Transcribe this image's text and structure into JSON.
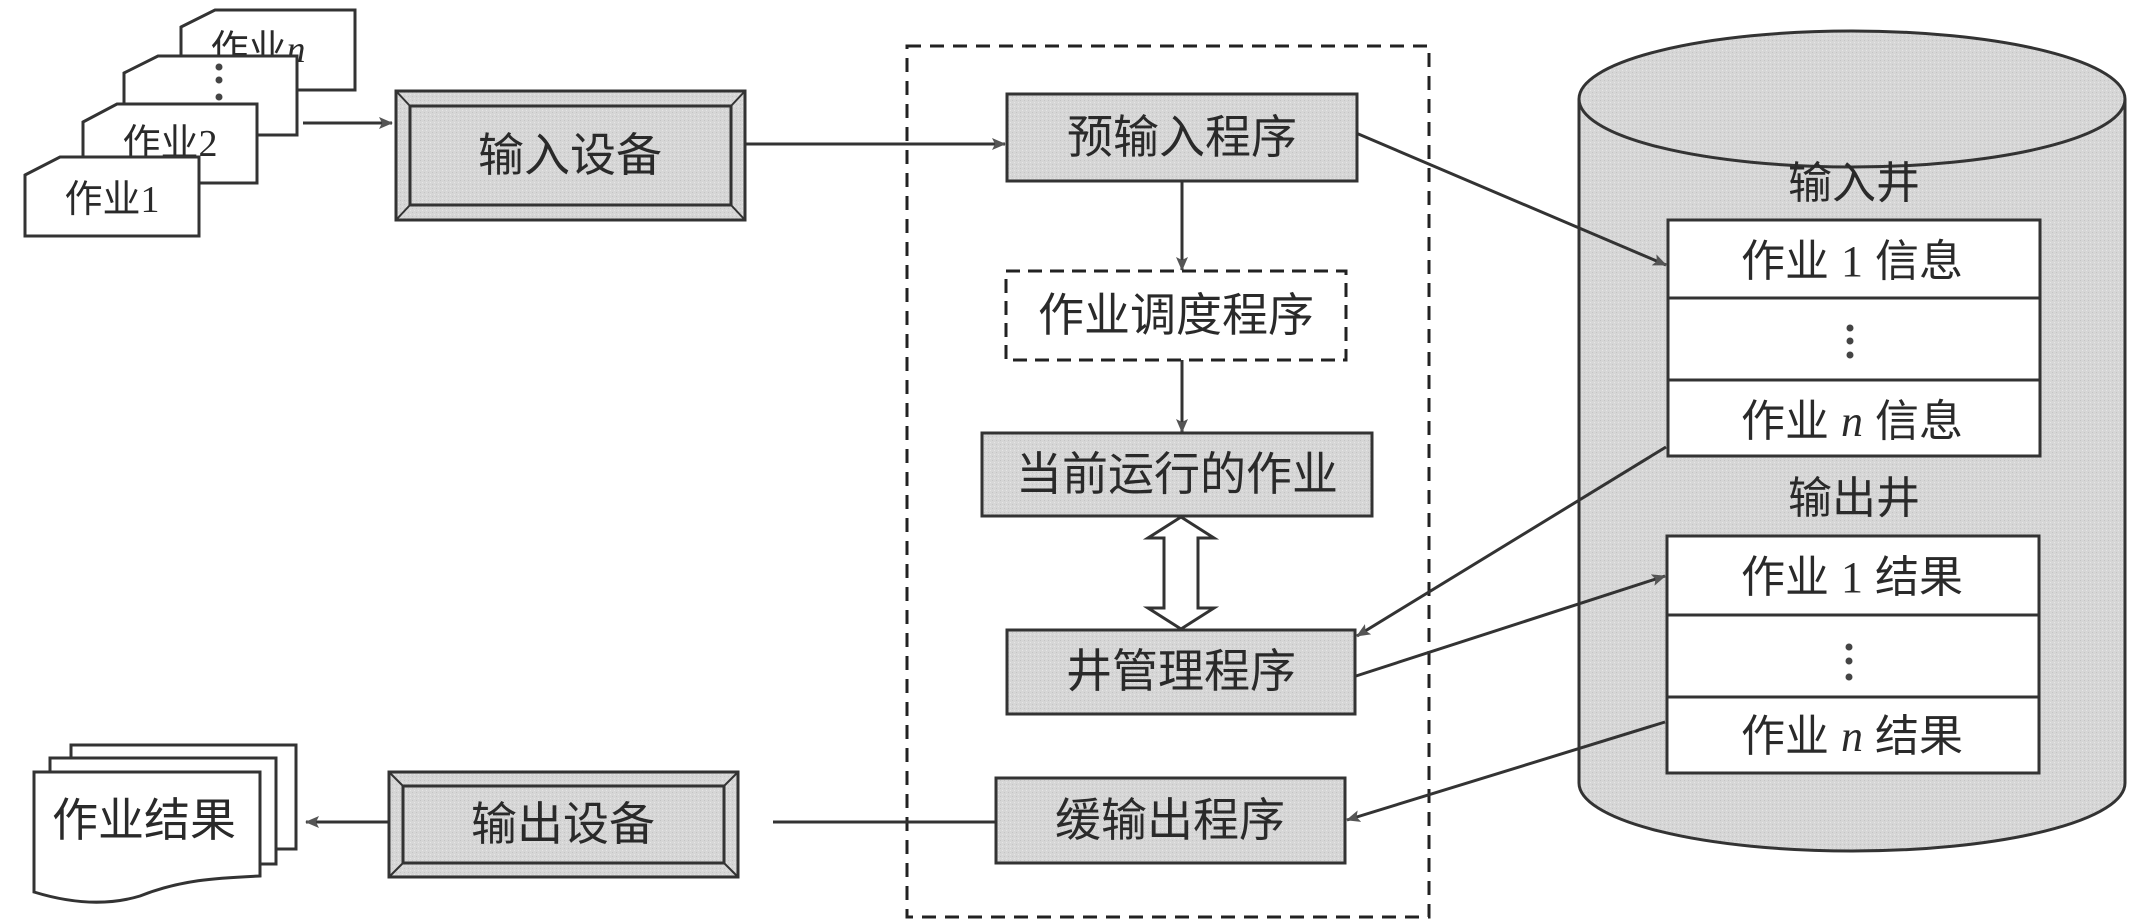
{
  "input_jobs": {
    "cards": [
      {
        "label": "作业",
        "suffix": "n",
        "italic_suffix": true
      },
      {
        "label": "⋮",
        "suffix": "",
        "italic_suffix": false
      },
      {
        "label": "作业",
        "suffix": "2",
        "italic_suffix": false
      },
      {
        "label": "作业",
        "suffix": "1",
        "italic_suffix": false
      }
    ]
  },
  "devices": {
    "input_device": "输入设备",
    "output_device": "输出设备"
  },
  "spooling_system": {
    "pre_input_program": "预输入程序",
    "job_scheduler": "作业调度程序",
    "current_running_job": "当前运行的作业",
    "well_manager": "井管理程序",
    "buffered_output_program": "缓输出程序"
  },
  "disk": {
    "input_well": {
      "title": "输入井",
      "rows": [
        {
          "prefix": "作业",
          "index": "1",
          "italic": false,
          "suffix": "信息"
        },
        {
          "prefix": "",
          "index": "⋮",
          "italic": false,
          "suffix": ""
        },
        {
          "prefix": "作业",
          "index": "n",
          "italic": true,
          "suffix": "信息"
        }
      ]
    },
    "output_well": {
      "title": "输出井",
      "rows": [
        {
          "prefix": "作业",
          "index": "1",
          "italic": false,
          "suffix": "结果"
        },
        {
          "prefix": "",
          "index": "⋮",
          "italic": false,
          "suffix": ""
        },
        {
          "prefix": "作业",
          "index": "n",
          "italic": true,
          "suffix": "结果"
        }
      ]
    }
  },
  "output_result": {
    "label": "作业结果"
  },
  "colors": {
    "box_fill": "#d4d4d4",
    "cylinder_fill": "#d9d9d9",
    "line": "#333333",
    "arrow_head": "#555555"
  }
}
